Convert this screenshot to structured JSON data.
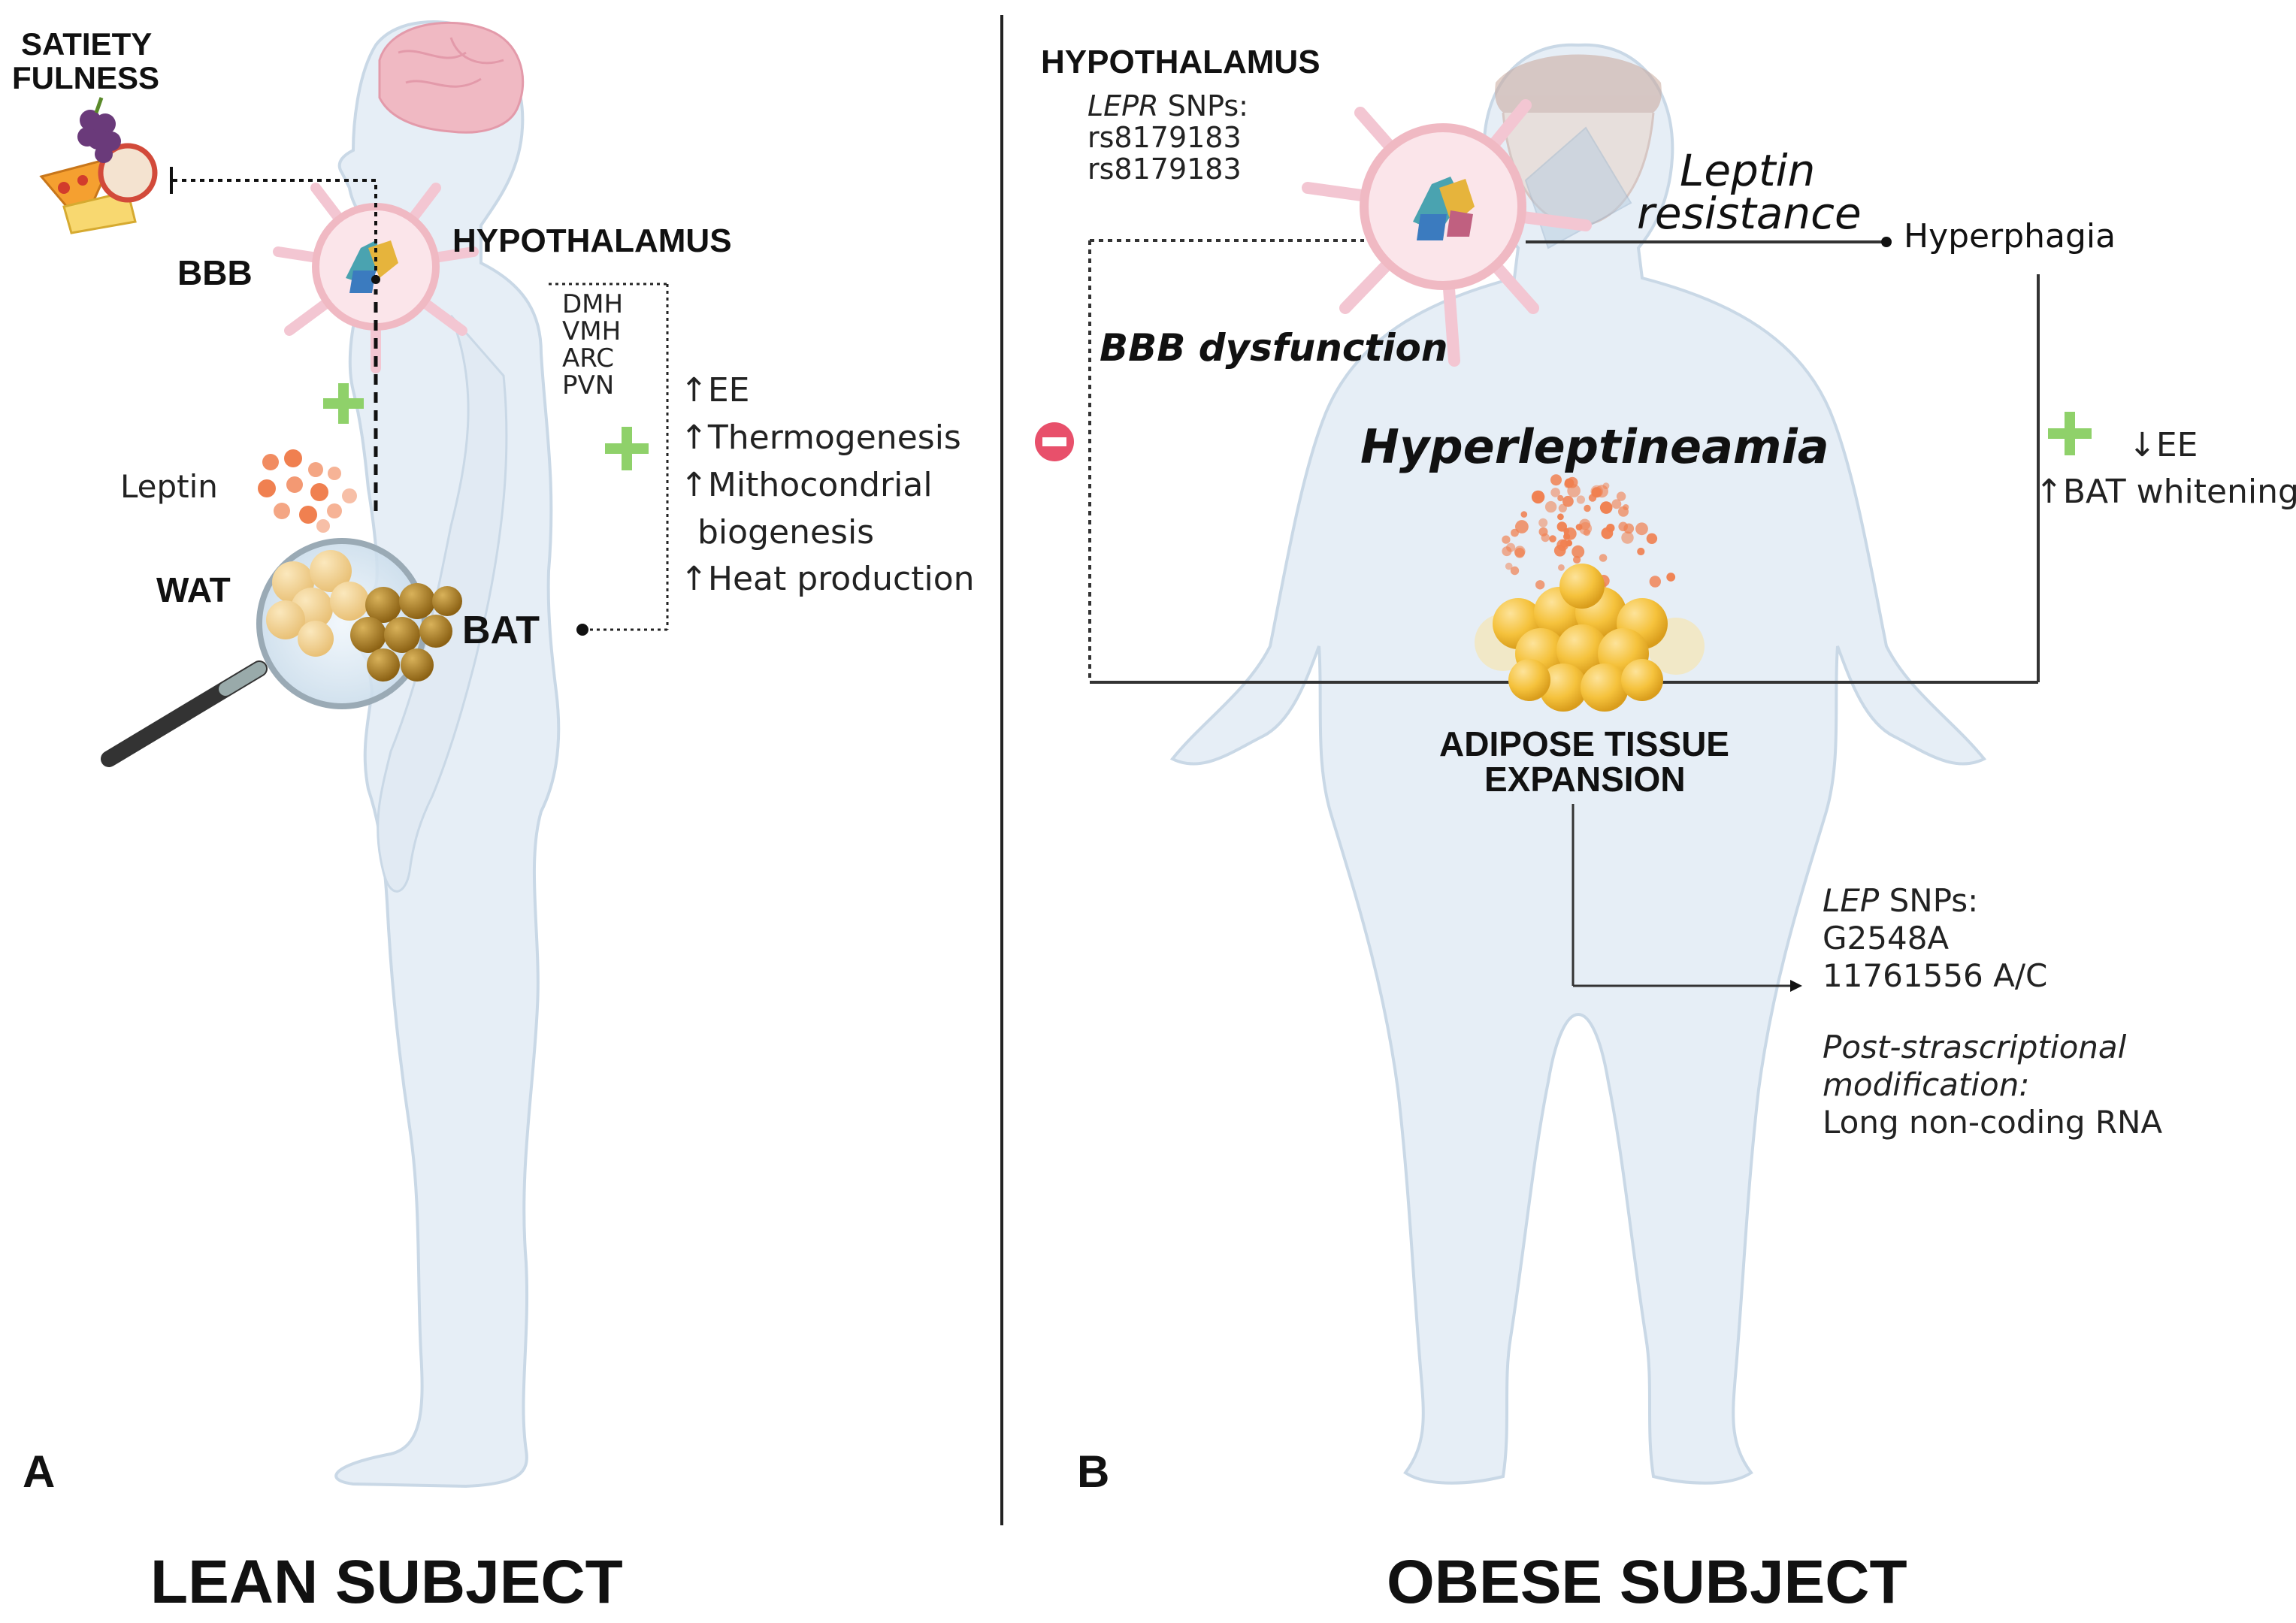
{
  "panel_a": {
    "panel_letter": "A",
    "caption": "LEAN SUBJECT",
    "satiety": "SATIETY",
    "fulness": "FULNESS",
    "bbb": "BBB",
    "hypothalamus": "HYPOTHALAMUS",
    "nuclei": [
      "DMH",
      "VMH",
      "ARC",
      "PVN"
    ],
    "leptin": "Leptin",
    "wat": "WAT",
    "bat": "BAT",
    "effects": [
      "EE",
      "Thermogenesis",
      "Mithocondrial",
      "biogenesis",
      "Heat production"
    ]
  },
  "panel_b": {
    "panel_letter": "B",
    "caption": "OBESE SUBJECT",
    "hypothalamus": "HYPOTHALAMUS",
    "lepr_gene": "LEPR",
    "lepr_snps_label": " SNPs:",
    "lepr_snps": [
      "rs8179183",
      "rs8179183"
    ],
    "leptin_resistance_1": "Leptin",
    "leptin_resistance_2": "resistance",
    "hyperphagia": "Hyperphagia",
    "bbb_dysfunction": "BBB dysfunction",
    "hyperleptinaemia": "Hyperleptineamia",
    "ee_down": "EE",
    "bat_whitening": "BAT whitening",
    "adipose_1": "ADIPOSE TISSUE",
    "adipose_2": "EXPANSION",
    "lep_gene": "LEP",
    "lep_snps_label": " SNPs:",
    "lep_snps": [
      "G2548A",
      "11761556 A/C"
    ],
    "post_1": "Post-strascriptional",
    "post_2": "modification:",
    "lncrna": "Long non-coding RNA"
  },
  "colors": {
    "body_fill": "#e6eef6",
    "body_stroke": "#c9d8e6",
    "brain": "#f0b9c3",
    "hypothalamus_rays": "#f3c6d2",
    "plus_green": "#8fd16a",
    "minus_red": "#e8506b",
    "leptin_dots": "#f08050",
    "fat_yellow": "#f5c23c",
    "bat_brown": "#b8882a"
  }
}
